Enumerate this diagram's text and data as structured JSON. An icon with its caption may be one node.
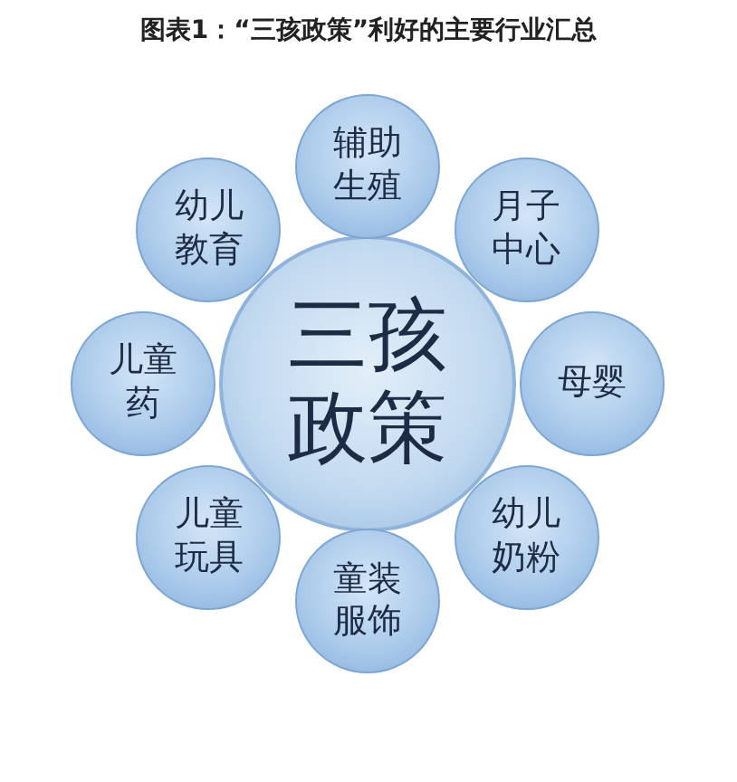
{
  "diagram": {
    "title": "图表1：“三孩政策”利好的主要行业汇总",
    "nodes": [
      {
        "text": [
          "三孩政策"
        ]
      },
      {
        "text": [
          "辅助生殖"
        ]
      },
      {
        "text": [
          "月子中心"
        ]
      },
      {
        "text": [
          "母婴"
        ]
      },
      {
        "text": [
          "幼儿奶粉"
        ]
      },
      {
        "text": [
          "童装服饰"
        ]
      },
      {
        "text": [
          "儿童玩具"
        ]
      },
      {
        "text": [
          "儿童药"
        ]
      },
      {
        "text": [
          "幼儿教育"
        ]
      }
    ],
    "edges": []
  }
}
